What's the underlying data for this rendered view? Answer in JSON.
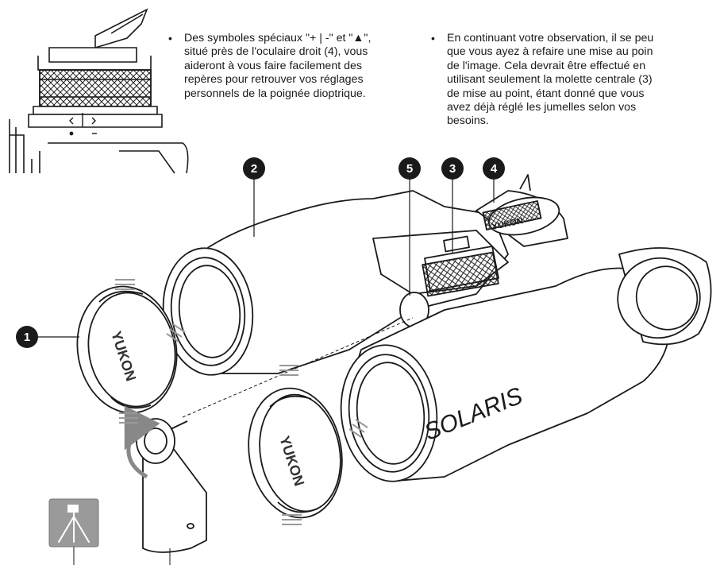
{
  "bullets": [
    {
      "dot": "•",
      "lines": [
        "Des symboles spéciaux \"+ | -\" et \"▲\",",
        "situé près de l'oculaire droit (4), vous",
        "aideront à vous faire facilement des",
        "repères pour retrouver vos réglages",
        "personnels de la poignée dioptrique."
      ]
    },
    {
      "dot": "•",
      "lines": [
        "En continuant votre observation, il se peu",
        "que vous ayez à refaire une mise au poin",
        "de l'image. Cela devrait être effectué en",
        "utilisant seulement la molette centrale (3)",
        "de mise au point, étant donné que vous",
        "avez déjà réglé les jumelles selon vos",
        "besoins."
      ]
    }
  ],
  "callouts": {
    "c1": "1",
    "c2": "2",
    "c3": "3",
    "c4": "4",
    "c5": "5"
  },
  "brands": {
    "cap_logo": "YUKON",
    "binocular_logo": "SOLARIS",
    "eyepiece_logo": "YUKON"
  },
  "diopter_marks": {
    "left": "+",
    "right": "-"
  },
  "icons": {
    "tripod": "tripod-icon"
  }
}
